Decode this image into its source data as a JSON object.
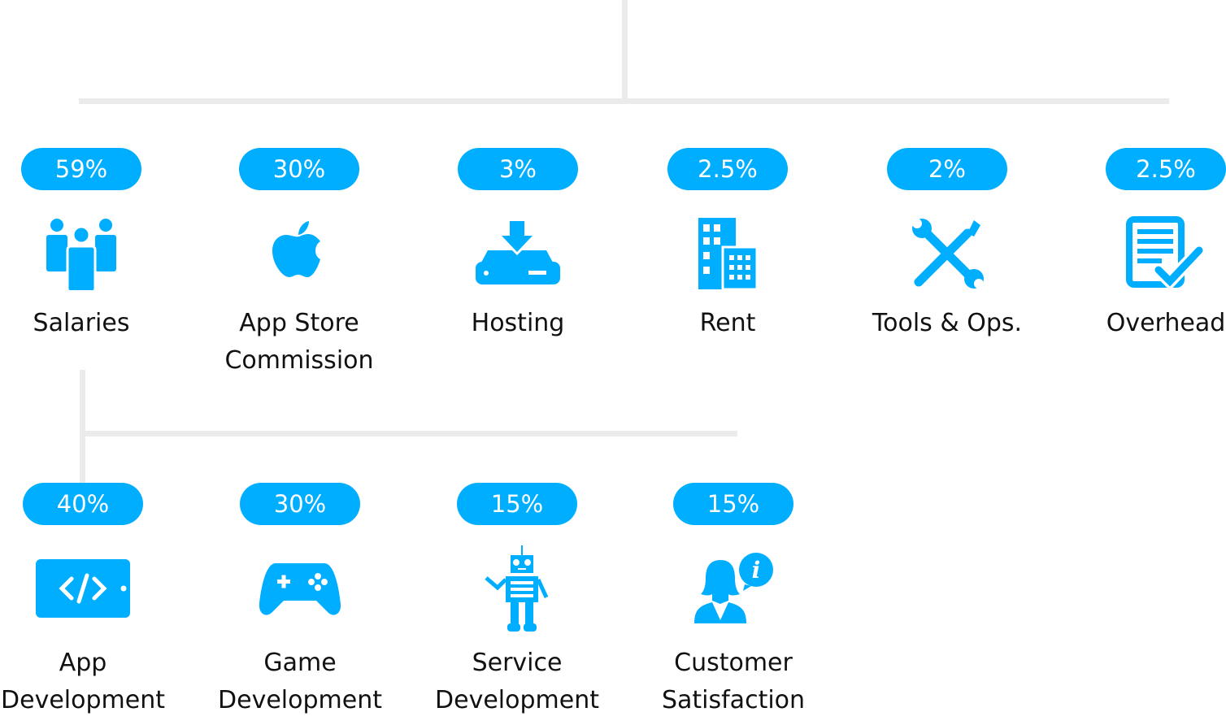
{
  "accent_color": "#00aeff",
  "top_level": [
    {
      "percent": "59%",
      "label": [
        "Salaries"
      ],
      "icon": "people-icon"
    },
    {
      "percent": "30%",
      "label": [
        "App Store",
        "Commission"
      ],
      "icon": "apple-icon"
    },
    {
      "percent": "3%",
      "label": [
        "Hosting"
      ],
      "icon": "server-download-icon"
    },
    {
      "percent": "2.5%",
      "label": [
        "Rent"
      ],
      "icon": "building-icon"
    },
    {
      "percent": "2%",
      "label": [
        "Tools & Ops."
      ],
      "icon": "tools-icon"
    },
    {
      "percent": "2.5%",
      "label": [
        "Overhead"
      ],
      "icon": "document-check-icon"
    }
  ],
  "salaries_breakdown": [
    {
      "percent": "40%",
      "label": [
        "App",
        "Development"
      ],
      "icon": "code-icon"
    },
    {
      "percent": "30%",
      "label": [
        "Game",
        "Development"
      ],
      "icon": "gamepad-icon"
    },
    {
      "percent": "15%",
      "label": [
        "Service",
        "Development"
      ],
      "icon": "robot-icon"
    },
    {
      "percent": "15%",
      "label": [
        "Customer",
        "Satisfaction"
      ],
      "icon": "support-agent-icon"
    }
  ]
}
